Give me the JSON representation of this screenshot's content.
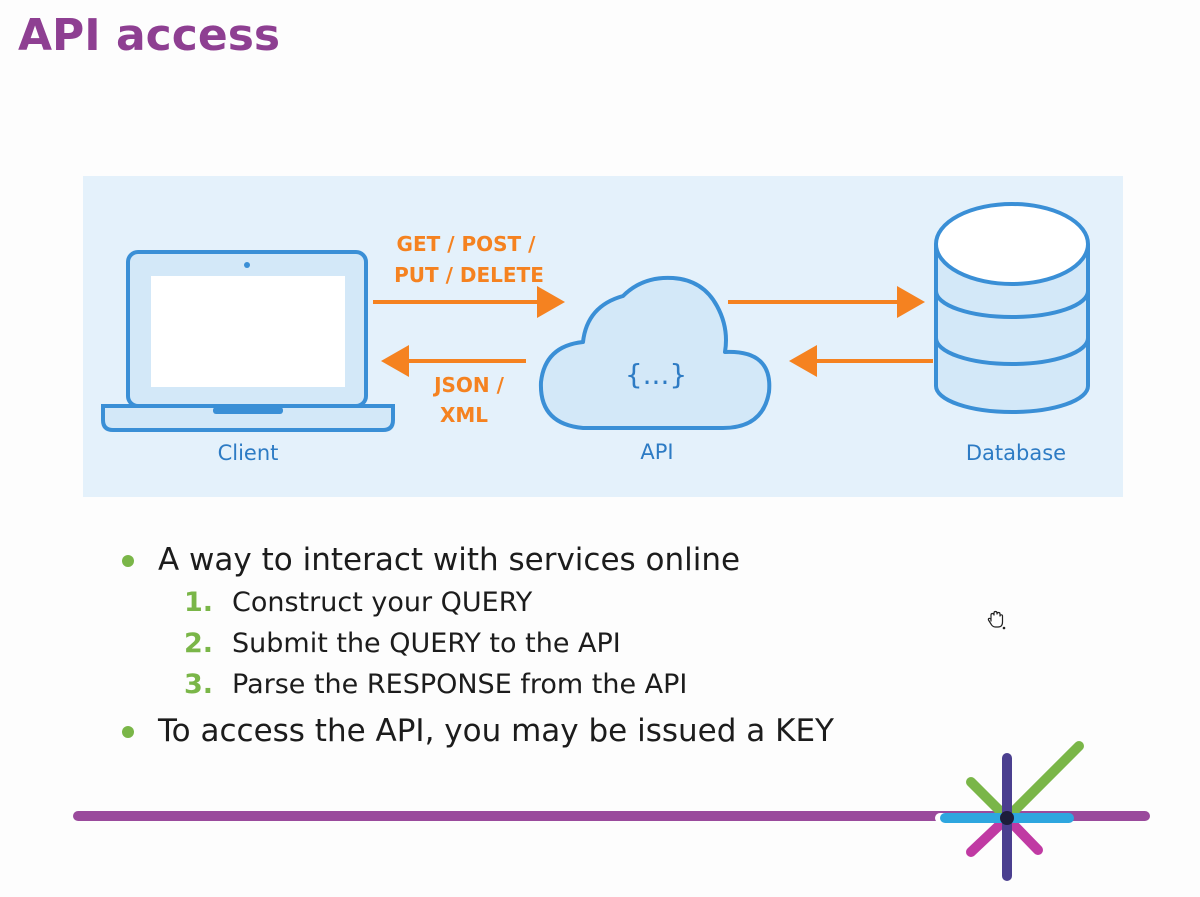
{
  "slide": {
    "title": "API access"
  },
  "diagram": {
    "request_methods": [
      "GET / POST /",
      "PUT / DELETE"
    ],
    "response_formats": [
      "JSON /",
      "XML"
    ],
    "api_symbol": "{...}",
    "client_label": "Client",
    "api_label": "API",
    "database_label": "Database",
    "colors": {
      "arrow": "#f58220",
      "panel": "#e4f1fb",
      "outline": "#3a8fd6",
      "fill": "#cfe5f7"
    }
  },
  "bullets": [
    {
      "text": "A way to interact with services online",
      "steps": [
        {
          "num": "1.",
          "text": "Construct your QUERY"
        },
        {
          "num": "2.",
          "text": "Submit the QUERY to the API"
        },
        {
          "num": "3.",
          "text": "Parse the RESPONSE from the API"
        }
      ]
    },
    {
      "text": "To access the API, you may be issued a KEY"
    }
  ],
  "icons": [
    "laptop-icon",
    "cloud-icon",
    "database-icon",
    "hand-cursor-icon",
    "institution-logo"
  ]
}
